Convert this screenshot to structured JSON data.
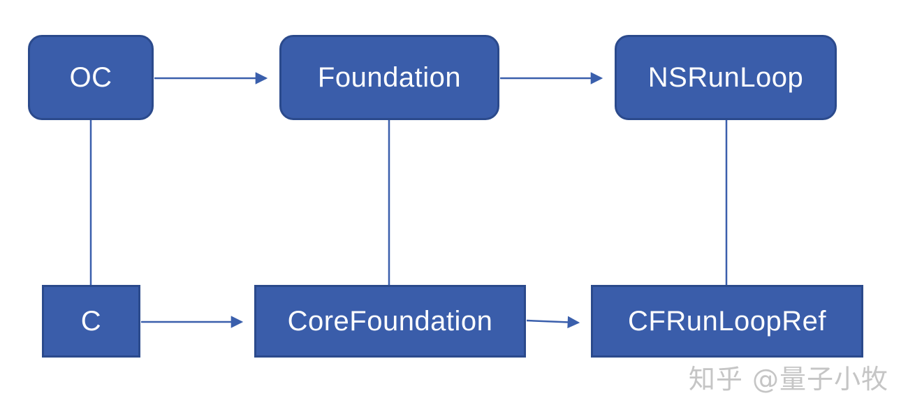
{
  "diagram": {
    "nodes": [
      {
        "id": "oc",
        "label": "OC",
        "shape": "rounded"
      },
      {
        "id": "foundation",
        "label": "Foundation",
        "shape": "rounded"
      },
      {
        "id": "nsrunloop",
        "label": "NSRunLoop",
        "shape": "rounded"
      },
      {
        "id": "c",
        "label": "C",
        "shape": "rect"
      },
      {
        "id": "corefoundation",
        "label": "CoreFoundation",
        "shape": "rect"
      },
      {
        "id": "cfrunloopref",
        "label": "CFRunLoopRef",
        "shape": "rect"
      }
    ],
    "edges": [
      {
        "from": "OC",
        "to": "Foundation",
        "type": "arrow"
      },
      {
        "from": "Foundation",
        "to": "NSRunLoop",
        "type": "arrow"
      },
      {
        "from": "C",
        "to": "CoreFoundation",
        "type": "arrow"
      },
      {
        "from": "CoreFoundation",
        "to": "CFRunLoopRef",
        "type": "arrow"
      },
      {
        "from": "OC",
        "to": "C",
        "type": "line"
      },
      {
        "from": "Foundation",
        "to": "CoreFoundation",
        "type": "line"
      },
      {
        "from": "NSRunLoop",
        "to": "CFRunLoopRef",
        "type": "line"
      }
    ],
    "colors": {
      "node_fill": "#3A5DAA",
      "node_border": "#2B4A8C",
      "connector": "#3A5FAC",
      "label_text": "#FFFFFF",
      "watermark_text": "#C5C5C5"
    }
  },
  "watermark": {
    "text": "知乎 @量子小牧"
  }
}
